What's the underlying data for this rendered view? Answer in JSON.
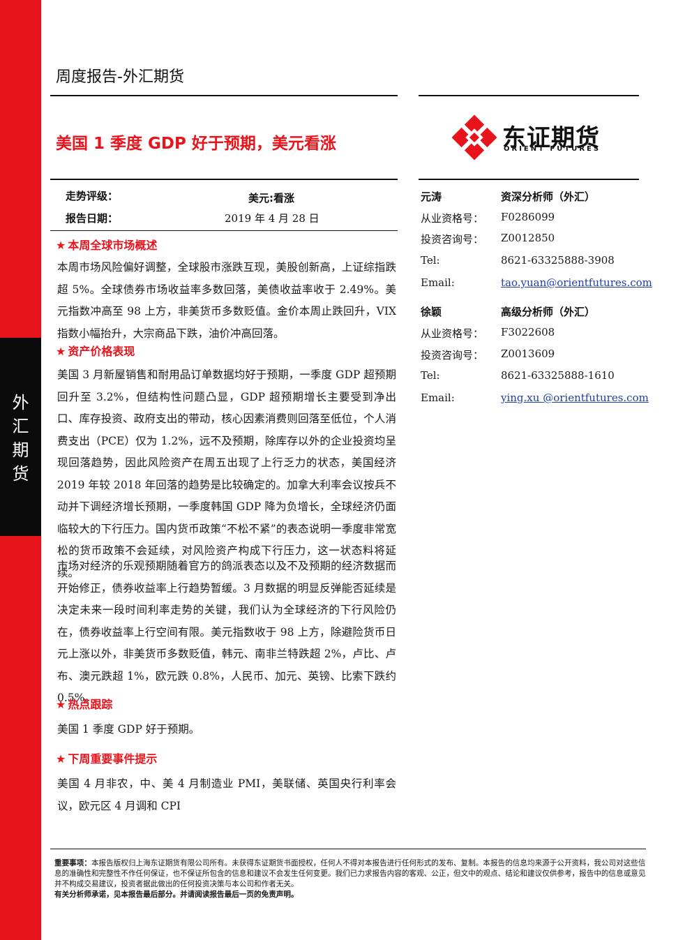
{
  "sidebar": {
    "label": [
      "外",
      "汇",
      "期",
      "货"
    ]
  },
  "header": {
    "report_type": "周度报告-外汇期货"
  },
  "title": "美国 1 季度 GDP 好于预期，美元看涨",
  "logo": {
    "cn": "东证期货",
    "en": "ORIENT FUTURES"
  },
  "meta": {
    "rating_label": "走势评级：",
    "rating_value": "美元:看涨",
    "date_label": "报告日期：",
    "date_value": "2019 年 4 月 28 日"
  },
  "sections": [
    {
      "heading": "本周全球市场概述",
      "paragraphs": [
        "本周市场风险偏好调整，全球股市涨跌互现，美股创新高，上证综指跌超 5%。全球债券市场收益率多数回落，美债收益率收于 2.49%。美元指数冲高至 98 上方，非美货币多数贬值。金价本周止跌回升，VIX 指数小幅抬升，大宗商品下跌，油价冲高回落。"
      ]
    },
    {
      "heading": "资产价格表现",
      "paragraphs": [
        "美国 3 月新屋销售和耐用品订单数据均好于预期，一季度 GDP 超预期回升至 3.2%，但结构性问题凸显，GDP 超预期增长主要受到净出口、库存投资、政府支出的带动，核心因素消费则回落至低位，个人消费支出（PCE）仅为 1.2%，远不及预期，除库存以外的企业投资均呈现回落趋势，因此风险资产在周五出现了上行乏力的状态，美国经济 2019 年较 2018 年回落的趋势是比较确定的。加拿大利率会议按兵不动并下调经济增长预期，一季度韩国 GDP 降为负增长，全球经济仍面临较大的下行压力。国内货币政策“不松不紧”的表态说明一季度非常宽松的货币政策不会延续，对风险资产构成下行压力，这一状态料将延续。",
        "市场对经济的乐观预期随着官方的鸽派表态以及不及预期的经济数据而开始修正，债券收益率上行趋势暂缓。3 月数据的明显反弹能否延续是决定未来一段时间利率走势的关键，我们认为全球经济的下行风险仍在，债券收益率上行空间有限。美元指数收于 98 上方，除避险货币日元上涨以外，非美货币多数贬值，韩元、南非兰特跌超 2%，卢比、卢布、澳元跌超 1%，欧元跌 0.8%，人民币、加元、英镑、比索下跌约 0.5%。"
      ]
    },
    {
      "heading": "热点跟踪",
      "paragraphs": [
        "美国 1 季度 GDP 好于预期。"
      ]
    },
    {
      "heading": "下周重要事件提示",
      "paragraphs": [
        "美国 4 月非农，中、美 4 月制造业 PMI，美联储、英国央行利率会议，欧元区 4 月调和 CPI"
      ]
    }
  ],
  "analysts": [
    {
      "name": "元涛",
      "title": "资深分析师（外汇）",
      "rows": [
        {
          "label": "从业资格号：",
          "value": "F0286099"
        },
        {
          "label": "投资咨询号：",
          "value": "Z0012850"
        },
        {
          "label": "Tel:",
          "value": "8621-63325888-3908"
        },
        {
          "label": "Email:",
          "value": "tao.yuan@orientfutures.com"
        }
      ]
    },
    {
      "name": "徐颖",
      "title": "高级分析师（外汇）",
      "rows": [
        {
          "label": "从业资格号：",
          "value": "F3022608"
        },
        {
          "label": "投资咨询号：",
          "value": "Z0013609"
        },
        {
          "label": "Tel:",
          "value": "8621-63325888-1610"
        },
        {
          "label": "Email:",
          "value": "ying.xu @orientfutures.com"
        }
      ]
    }
  ],
  "disclaimer": {
    "label": "重要事项：",
    "text": "本报告版权归上海东证期货有限公司所有。未获得东证期货书面授权，任何人不得对本报告进行任何形式的发布、复制。本报告的信息均来源于公开资料，我公司对这些信息的准确性和完整性不作任何保证，也不保证所包含的信息和建议不会发生任何变更。我们已力求报告内容的客观、公正，但文中的观点、结论和建议仅供参考，报告中的信息或意见并不构成交易建议，投资者据此做出的任何投资决策与本公司和作者无关。",
    "bold_line": "有关分析师承诺，见本报告最后部分。并请阅读报告最后一页的免责声明。"
  },
  "colors": {
    "accent": "#e8141c",
    "link": "#1f3ea8"
  }
}
